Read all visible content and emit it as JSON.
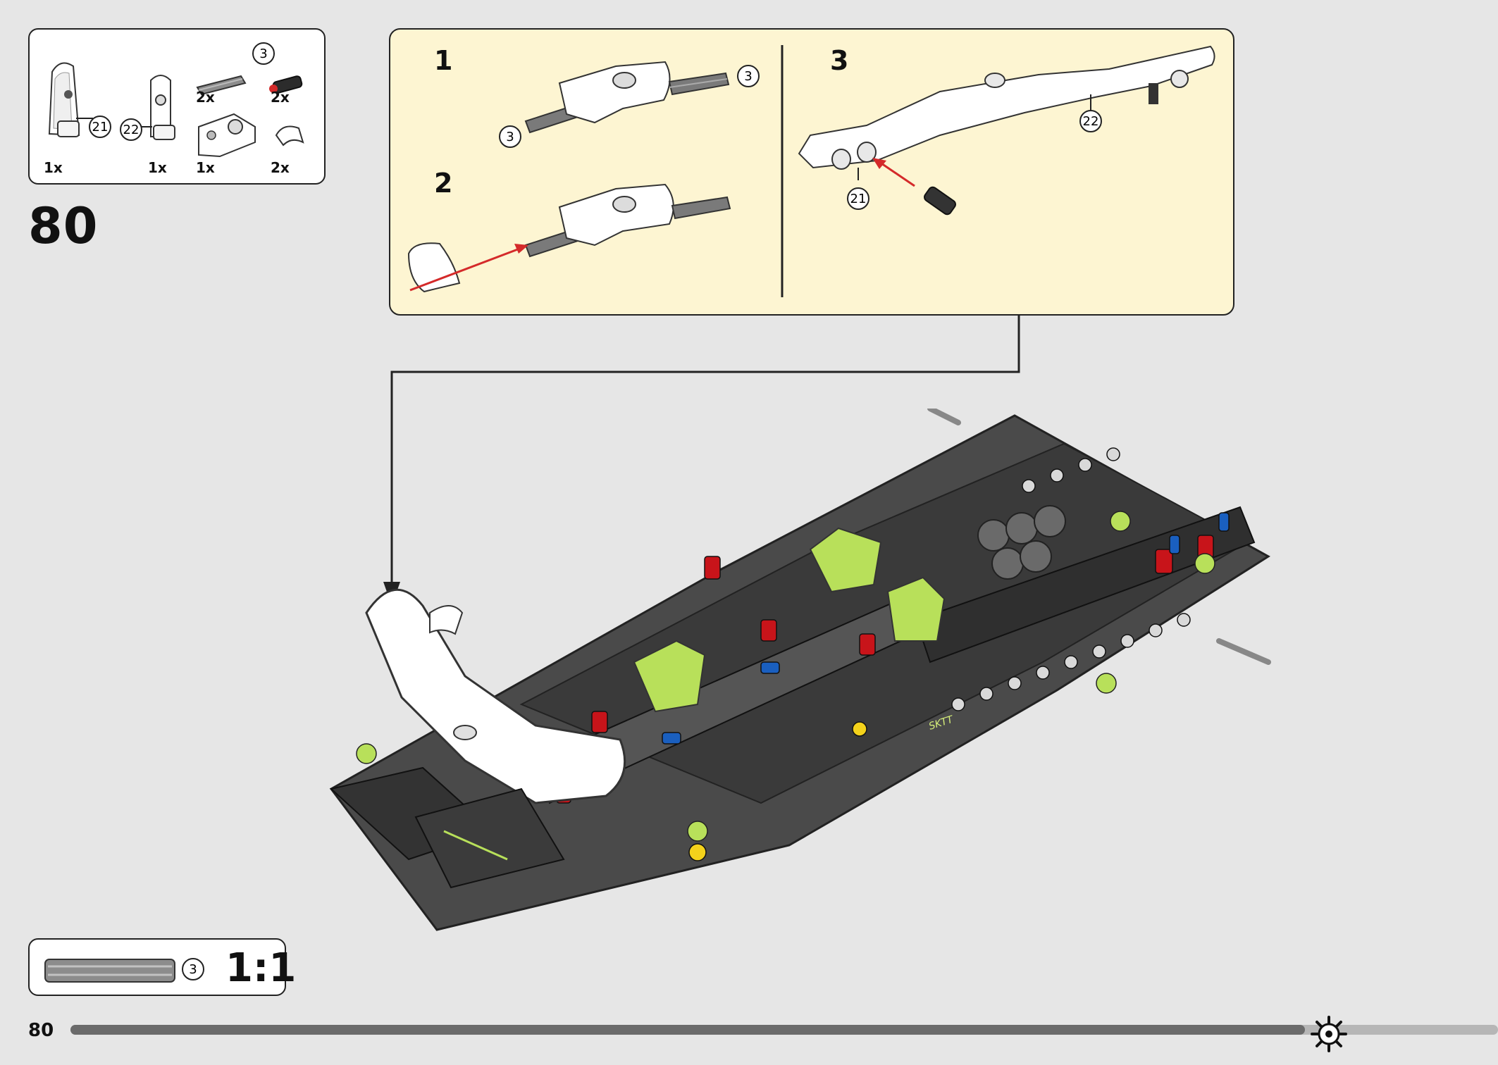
{
  "page": {
    "step_number": "80",
    "page_number": "80",
    "progress_fraction": 0.865
  },
  "parts_list": {
    "items": [
      {
        "qty": "1x",
        "callout": "21",
        "icon": "fairing-panel-icon"
      },
      {
        "qty": "1x",
        "callout": "22",
        "icon": "panel-part-icon"
      },
      {
        "qty": "2x",
        "callout": "3",
        "icon": "axle-3-icon"
      },
      {
        "qty": "1x",
        "callout": "",
        "icon": "connector-block-icon"
      },
      {
        "qty": "2x",
        "callout": "",
        "icon": "axle-pin-icon"
      },
      {
        "qty": "2x",
        "callout": "",
        "icon": "curved-cap-icon"
      }
    ]
  },
  "subassembly": {
    "substeps": [
      {
        "label": "1",
        "callouts": [
          "3",
          "3"
        ]
      },
      {
        "label": "2",
        "callouts": []
      },
      {
        "label": "3",
        "callouts": [
          "22",
          "21"
        ]
      }
    ]
  },
  "scale_box": {
    "callout": "3",
    "scale_text": "1:1"
  },
  "model": {
    "decal_text": "SKTT"
  },
  "colors": {
    "background": "#e6e6e6",
    "subassembly_bg": "#fdf5d2",
    "arrow_red": "#d42a2a",
    "lime": "#b8e05a",
    "dark_gray": "#3d3d3d",
    "red_part": "#c8141a",
    "blue_part": "#1a5fbf"
  }
}
